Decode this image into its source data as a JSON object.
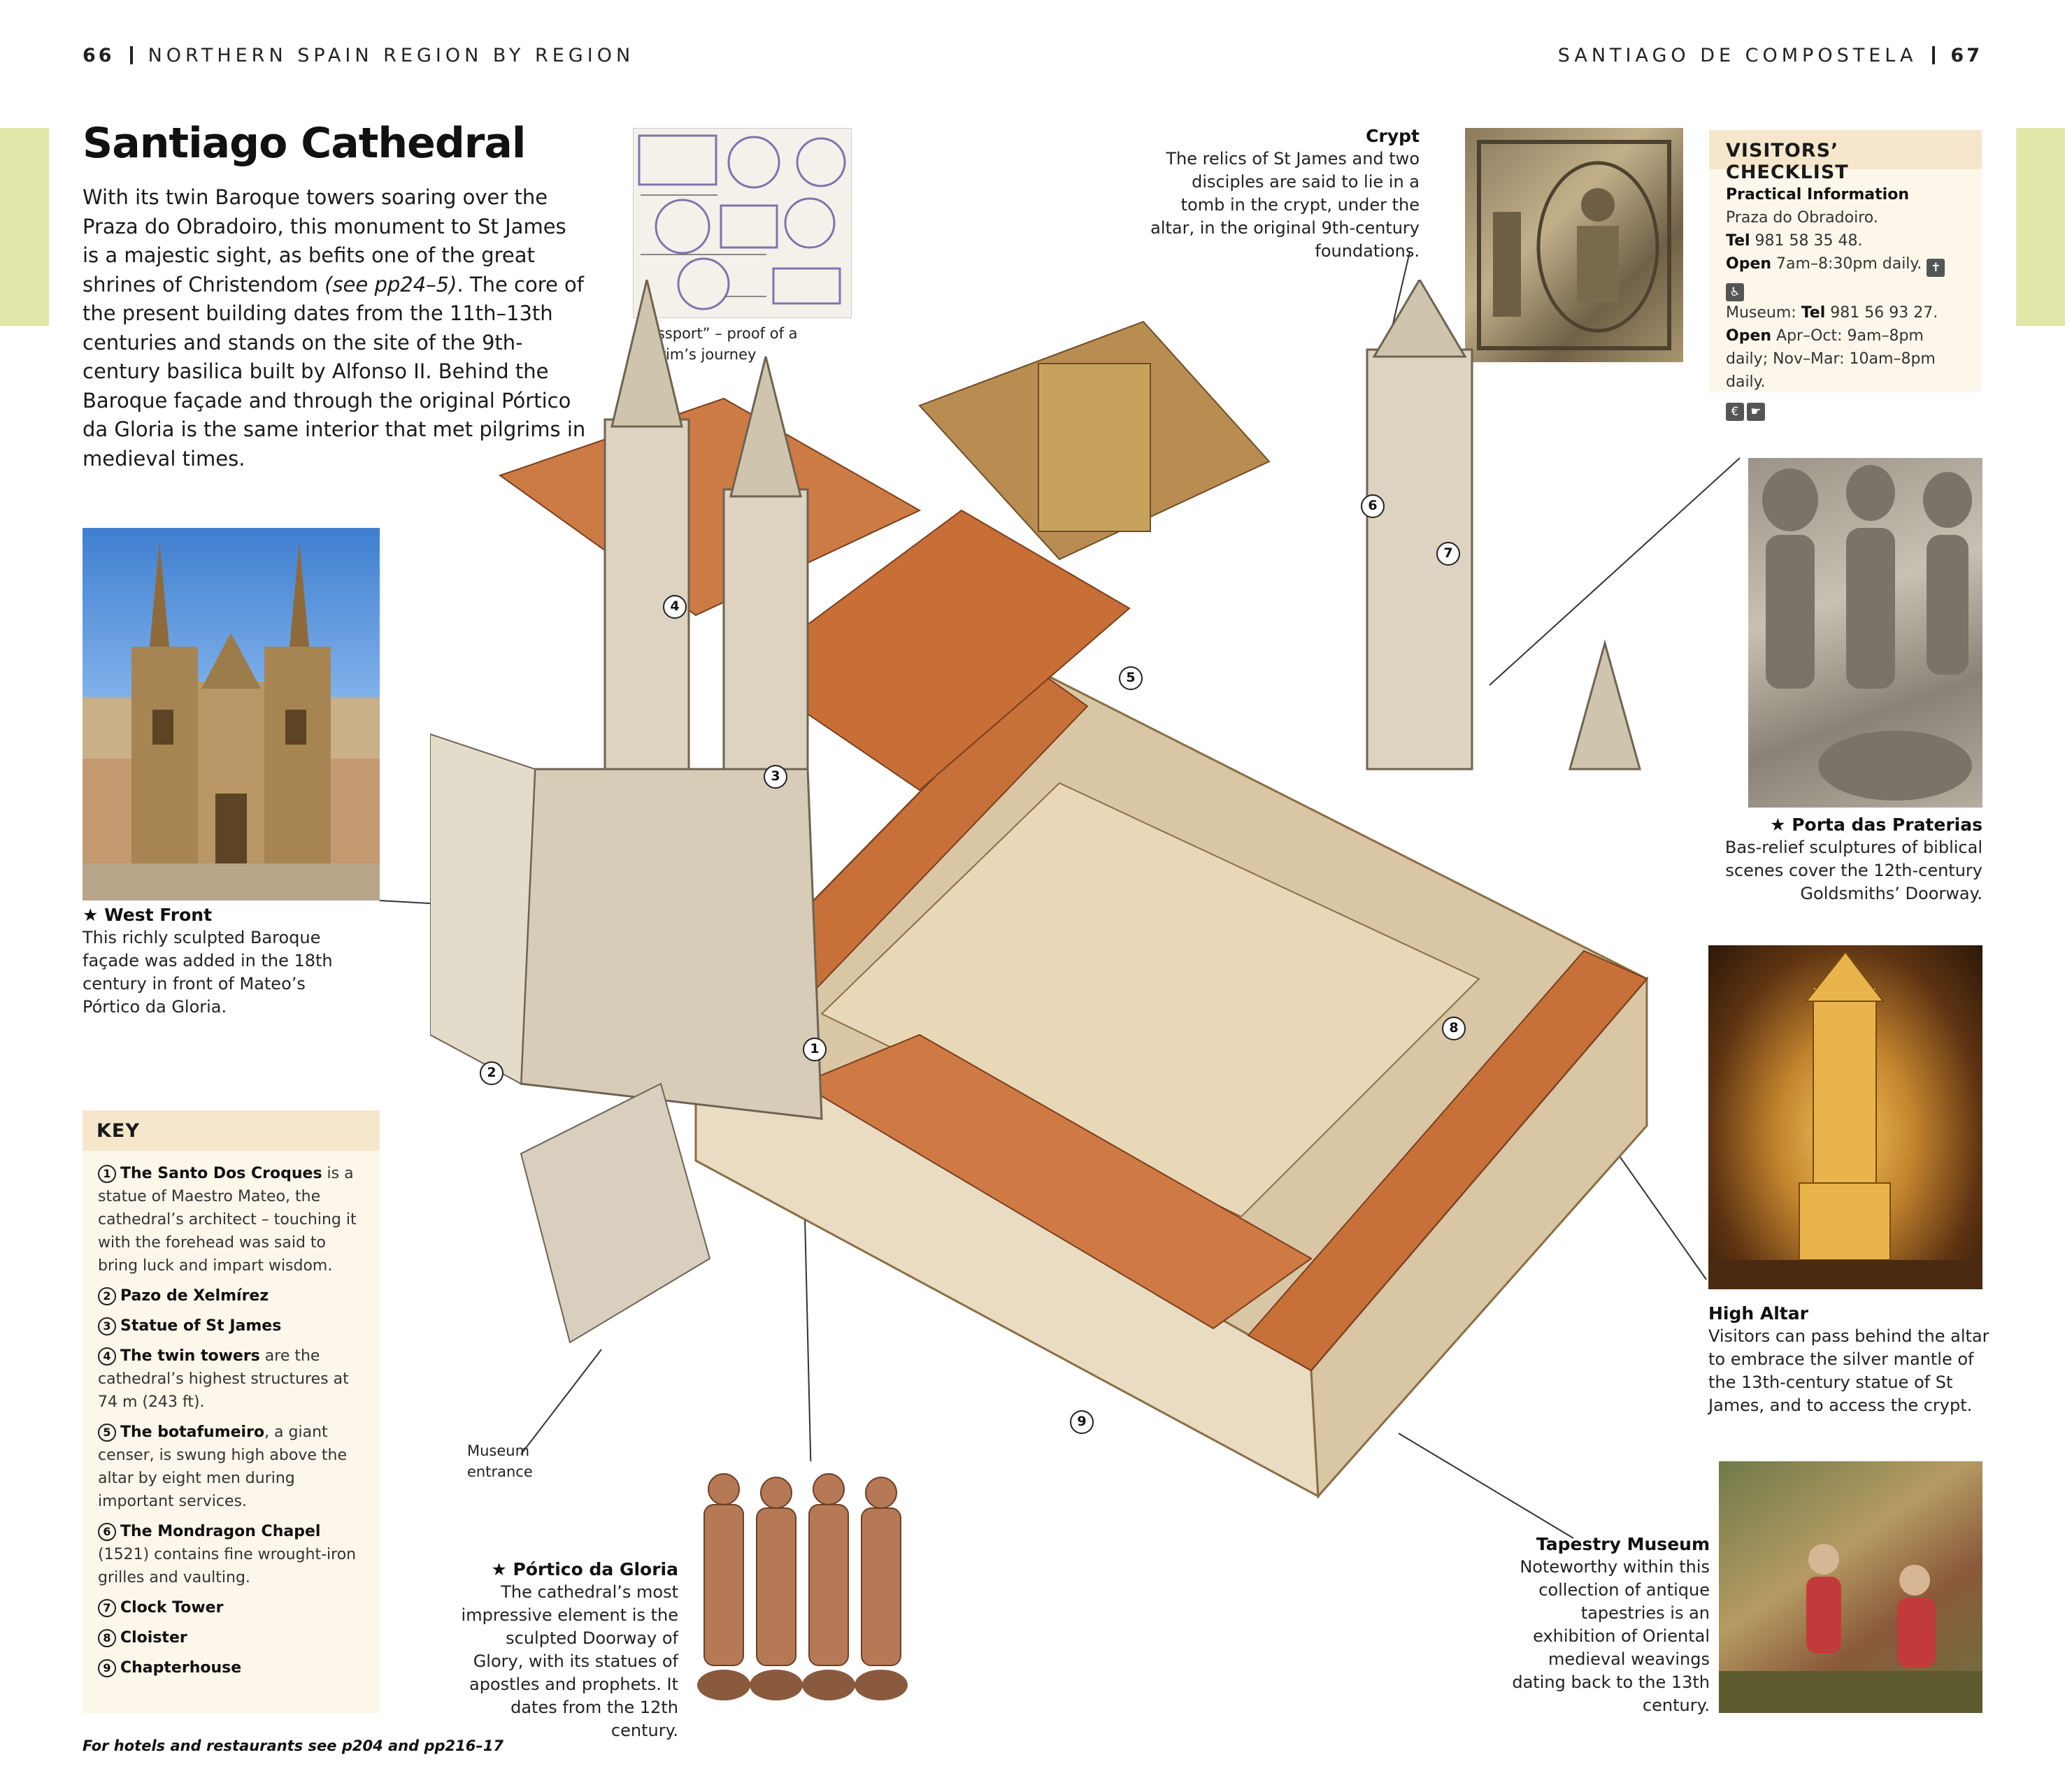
{
  "header": {
    "left_page": "66",
    "left_section": "NORTHERN SPAIN REGION BY REGION",
    "right_section": "SANTIAGO DE COMPOSTELA",
    "right_page": "67"
  },
  "title": "Santiago Cathedral",
  "intro": {
    "part1": "With its twin Baroque towers soaring over the Praza do Obradoiro, this monument to St James is a majestic sight, as befits one of the great shrines of Christendom ",
    "ref": "(see pp24–5)",
    "part2": ". The core of the present building dates from the 11th–13th centuries and stands on the site of the 9th-century basilica built by Alfonso II. Behind the Baroque façade and through the original Pórtico da Gloria is the same interior that met pilgrims in medieval times."
  },
  "captions": {
    "passport": "“Passport” – proof of a pilgrim’s journey",
    "crypt": {
      "title": "Crypt",
      "text": "The relics of St James and two disciples are said to lie in a tomb in the crypt, under the altar, in the original 9th-century foundations."
    },
    "west_front": {
      "title": "★ West Front",
      "text": "This richly sculpted Baroque façade was added in the 18th century in front of Mateo’s Pórtico da Gloria."
    },
    "porta": {
      "title": "★ Porta das Praterias",
      "text": "Bas-relief sculptures of biblical scenes cover the 12th-century Goldsmiths’ Doorway."
    },
    "high_altar": {
      "title": "High Altar",
      "text": "Visitors can pass behind the altar to embrace the silver mantle of the 13th-century statue of St James, and to access the crypt."
    },
    "tapestry": {
      "title": "Tapestry Museum",
      "text": "Noteworthy within this collection of antique tapestries is an exhibition of Oriental medieval weavings dating back to the 13th century."
    },
    "portico": {
      "title": "★ Pórtico da Gloria",
      "text": "The cathedral’s most impressive element is the sculpted Doorway of Glory, with its statues of apostles and prophets. It dates from the 12th century."
    },
    "museum_entrance": "Museum entrance"
  },
  "key": {
    "heading": "KEY",
    "items": [
      {
        "n": "1",
        "bold": "The Santo Dos Croques",
        "rest": " is a statue of Maestro Mateo, the cathedral’s architect – touching it with the forehead was said to bring luck and impart wisdom."
      },
      {
        "n": "2",
        "bold": "Pazo de Xelmírez",
        "rest": ""
      },
      {
        "n": "3",
        "bold": "Statue of St James",
        "rest": ""
      },
      {
        "n": "4",
        "bold": "The twin towers",
        "rest": " are the cathedral’s highest structures at 74 m (243 ft)."
      },
      {
        "n": "5",
        "bold": "The botafumeiro",
        "rest": ", a giant censer, is swung high above the altar by eight men during important services."
      },
      {
        "n": "6",
        "bold": "The Mondragon Chapel",
        "rest": " (1521) contains fine wrought-iron grilles and vaulting."
      },
      {
        "n": "7",
        "bold": "Clock Tower",
        "rest": ""
      },
      {
        "n": "8",
        "bold": "Cloister",
        "rest": ""
      },
      {
        "n": "9",
        "bold": "Chapterhouse",
        "rest": ""
      }
    ]
  },
  "checklist": {
    "heading": "VISITORS’ CHECKLIST",
    "practical": "Practical Information",
    "address": "Praza do Obradoiro.",
    "tel_label": "Tel",
    "tel": " 981 58 35 48.",
    "open_label": "Open",
    "open": " 7am–8:30pm daily.",
    "museum_label": "Museum: ",
    "museum_tel_label": "Tel",
    "museum_tel": " 981 56 93 27.",
    "open2_label": "Open",
    "open2": " Apr–Oct: 9am–8pm daily; Nov–Mar: 10am–8pm daily."
  },
  "markers": [
    "1",
    "2",
    "3",
    "4",
    "5",
    "6",
    "7",
    "8",
    "9"
  ],
  "footer": "For hotels and restaurants see p204 and pp216–17",
  "colors": {
    "tab": "#e2e6a8",
    "box_bg": "#fdf6ea",
    "box_head": "#f6e7cc",
    "roof": "#c8703a"
  }
}
